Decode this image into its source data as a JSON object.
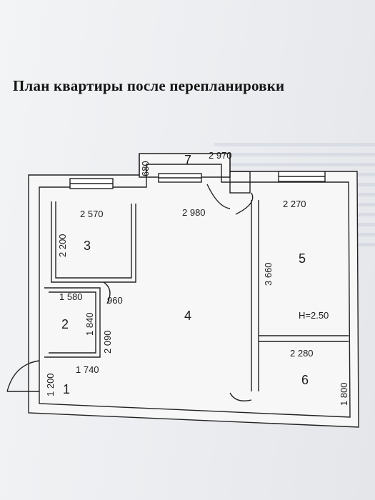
{
  "title": "План квартиры после перепланировки",
  "rooms": {
    "r1": "1",
    "r2": "2",
    "r3": "3",
    "r4": "4",
    "r5": "5",
    "r6": "6",
    "r7": "7"
  },
  "dimensions": {
    "d_2970": "2 970",
    "d_680": "680",
    "d_2570": "2 570",
    "d_2980": "2 980",
    "d_2270": "2 270",
    "d_2200": "2 200",
    "d_3660": "3 660",
    "d_1580": "1 580",
    "d_960": "960",
    "d_1840": "1 840",
    "d_2090": "2 090",
    "d_1740": "1 740",
    "d_1200": "1 200",
    "d_2280": "2 280",
    "d_1800": "1 800"
  },
  "ceiling_height": "H=2.50",
  "colors": {
    "wall": "#222222",
    "wall_fill": "#f7f7f7",
    "paper": "#eceef1"
  }
}
